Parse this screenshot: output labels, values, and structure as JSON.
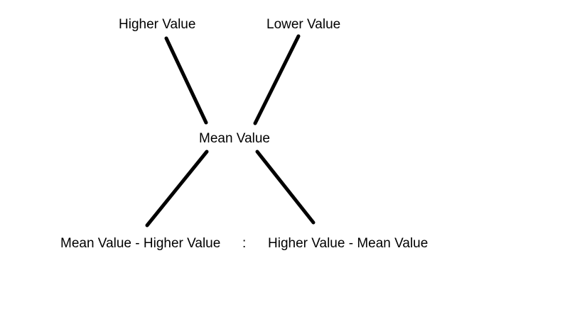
{
  "diagram": {
    "type": "alligation-cross",
    "top_left_label": "Higher Value",
    "top_right_label": "Lower Value",
    "center_label": "Mean Value",
    "bottom_left_label": "Mean Value - Higher Value",
    "ratio_separator": ":",
    "bottom_right_label": "Higher Value - Mean Value",
    "line_color": "#000000",
    "text_color": "#000000",
    "background_color": "#ffffff"
  }
}
